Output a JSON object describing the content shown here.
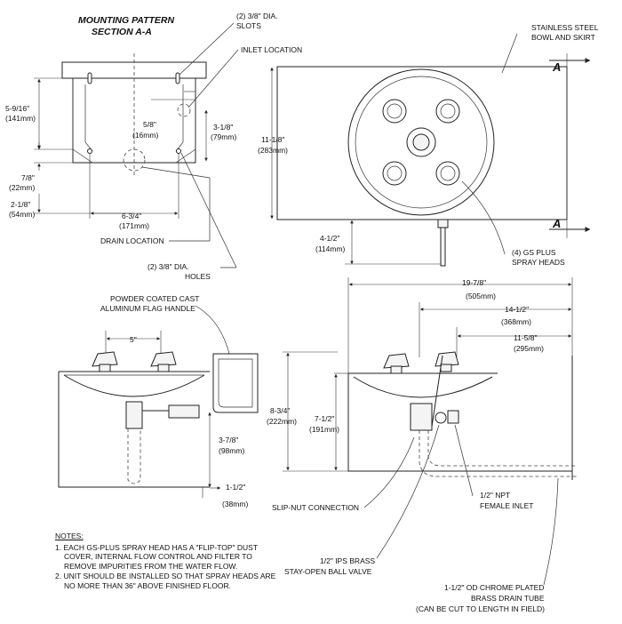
{
  "top_left": {
    "title_line1": "MOUNTING PATTERN",
    "title_line2": "SECTION A-A",
    "slots_line1": "(2) 3/8\" DIA.",
    "slots_line2": "SLOTS",
    "inlet_location": "INLET LOCATION",
    "dim_height_in": "5-9/16\"",
    "dim_height_mm": "(141mm)",
    "dim_inlet_in": "5/8\"",
    "dim_inlet_mm": "(16mm)",
    "dim_inlet2_in": "3-1/8\"",
    "dim_inlet2_mm": "(79mm)",
    "dim_a_in": "7/8\"",
    "dim_a_mm": "(22mm)",
    "dim_b_in": "2-1/8\"",
    "dim_b_mm": "(54mm)",
    "dim_width_in": "6-3/4\"",
    "dim_width_mm": "(171mm)",
    "drain_location": "DRAIN LOCATION",
    "holes_line1": "(2) 3/8\" DIA.",
    "holes_line2": "HOLES"
  },
  "top_right": {
    "bowl_line1": "STAINLESS STEEL",
    "bowl_line2": "BOWL AND SKIRT",
    "section_mark": "A",
    "dim_height_in": "11-1/8\"",
    "dim_height_mm": "(283mm)",
    "dim_proj_in": "4-1/2\"",
    "dim_proj_mm": "(114mm)",
    "heads_line1": "(4) GS PLUS",
    "heads_line2": "SPRAY HEADS"
  },
  "bottom_left": {
    "handle_line1": "POWDER COATED CAST",
    "handle_line2": "ALUMINUM FLAG HANDLE",
    "dim_spacing_in": "5\"",
    "dim_height_in": "3-7/8\"",
    "dim_height_mm": "(98mm)",
    "dim_offset_in": "1-1/2\"",
    "dim_offset_mm": "(38mm)"
  },
  "bottom_right": {
    "dim_total_in": "19-7/8\"",
    "dim_total_mm": "(505mm)",
    "dim_mid_in": "14-1/2\"",
    "dim_mid_mm": "(368mm)",
    "dim_short_in": "11-5/8\"",
    "dim_short_mm": "(295mm)",
    "dim_h1_in": "8-3/4\"",
    "dim_h1_mm": "(222mm)",
    "dim_h2_in": "7-1/2\"",
    "dim_h2_mm": "(191mm)",
    "slip_nut": "SLIP-NUT CONNECTION",
    "inlet_line1": "1/2\" NPT",
    "inlet_line2": "FEMALE INLET",
    "valve_line1": "1/2\" IPS BRASS",
    "valve_line2": "STAY-OPEN BALL VALVE",
    "tube_line1": "1-1/2\" OD CHROME PLATED",
    "tube_line2": "BRASS DRAIN TUBE",
    "tube_line3": "(CAN BE CUT TO LENGTH IN FIELD)"
  },
  "notes": {
    "heading": "NOTES:",
    "items": [
      "1. EACH GS-PLUS SPRAY HEAD HAS A \"FLIP-TOP\" DUST COVER, INTERNAL FLOW CONTROL AND FILTER TO REMOVE IMPURITIES FROM THE WATER FLOW.",
      "2. UNIT SHOULD BE INSTALLED SO THAT SPRAY HEADS ARE NO MORE THAN 36\" ABOVE FINISHED FLOOR."
    ]
  }
}
